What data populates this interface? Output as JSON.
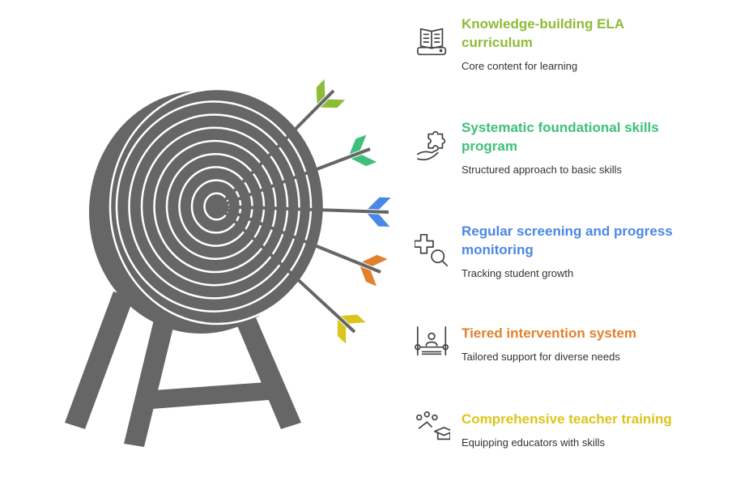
{
  "items": [
    {
      "title": "Knowledge-building ELA curriculum",
      "description": "Core content for learning",
      "icon": "open-book-icon",
      "color": "#8dbd38"
    },
    {
      "title": "Systematic foundational skills program",
      "description": "Structured approach to basic skills",
      "icon": "puzzle-hand-icon",
      "color": "#3ec07b"
    },
    {
      "title": "Regular screening and progress monitoring",
      "description": "Tracking student growth",
      "icon": "plus-magnifier-icon",
      "color": "#4a87e6"
    },
    {
      "title": "Tiered intervention system",
      "description": "Tailored support for diverse needs",
      "icon": "tiered-person-icon",
      "color": "#e2812d"
    },
    {
      "title": "Comprehensive teacher training",
      "description": "Equipping educators with skills",
      "icon": "graduation-cap-icon",
      "color": "#dcc51b"
    }
  ],
  "target_color": "#666666"
}
